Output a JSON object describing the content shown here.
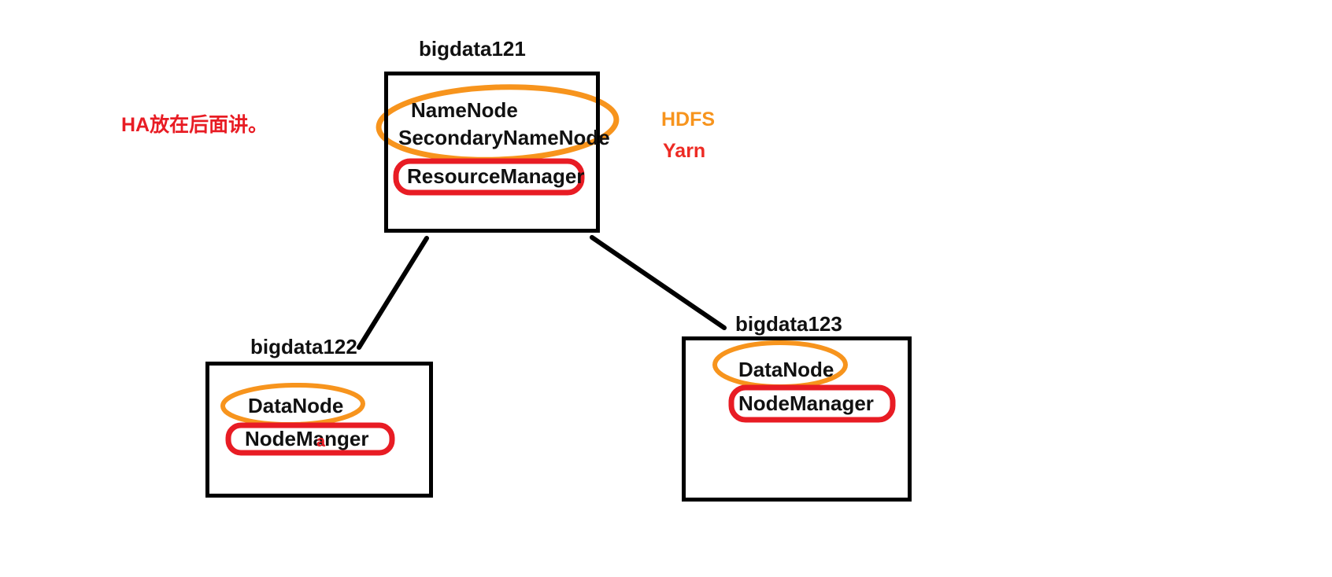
{
  "annotation": {
    "text": "HA放在后面讲。",
    "color": "#e81c24"
  },
  "legend": {
    "hdfs": {
      "label": "HDFS",
      "color": "#f7941d"
    },
    "yarn": {
      "label": "Yarn",
      "color": "#ed2b24"
    }
  },
  "colors": {
    "node_border": "#000000",
    "connector": "#000000",
    "outline_orange": "#f7941d",
    "outline_red": "#e81c24"
  },
  "nodes": [
    {
      "title": "bigdata121",
      "services": [
        {
          "label": "NameNode",
          "highlight": "orange-ellipse"
        },
        {
          "label": "SecondaryNameNode",
          "highlight": "orange-ellipse"
        },
        {
          "label": "ResourceManager",
          "highlight": "red-box"
        }
      ]
    },
    {
      "title": "bigdata122",
      "services": [
        {
          "label": "DataNode",
          "highlight": "orange-ellipse"
        },
        {
          "label": "NodeManger",
          "highlight": "red-box",
          "correction": "a"
        }
      ]
    },
    {
      "title": "bigdata123",
      "services": [
        {
          "label": "DataNode",
          "highlight": "orange-ellipse"
        },
        {
          "label": "NodeManager",
          "highlight": "red-box"
        }
      ]
    }
  ],
  "connections": [
    {
      "from": "bigdata121",
      "to": "bigdata122"
    },
    {
      "from": "bigdata121",
      "to": "bigdata123"
    }
  ]
}
